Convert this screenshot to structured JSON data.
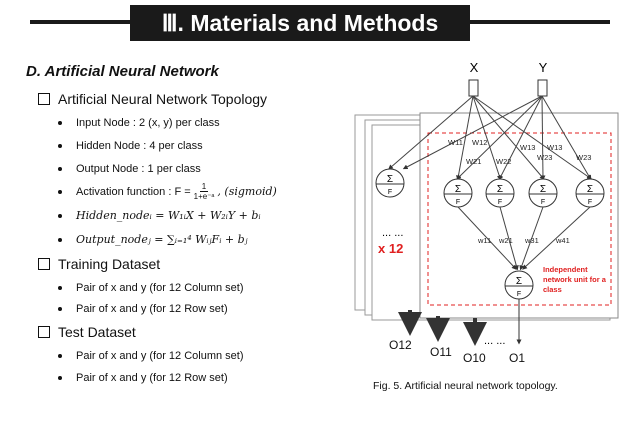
{
  "header": {
    "title": "Ⅲ. Materials and Methods"
  },
  "subtitle": "D. Artificial Neural Network",
  "sections": [
    {
      "label": "Artificial Neural Network Topology",
      "bullets": [
        "Input Node : 2 (x, y) per class",
        "Hidden Node : 4 per class",
        "Output Node  : 1 per class"
      ]
    },
    {
      "label": "Training Dataset",
      "bullets": [
        "Pair of x and y (for 12 Column set)",
        "Pair of x and y (for 12 Row set)"
      ]
    },
    {
      "label": "Test Dataset",
      "bullets": [
        "Pair of x and y (for 12 Column set)",
        "Pair of x and y (for 12 Row set)"
      ]
    }
  ],
  "formulas": {
    "activation_prefix": "Activation function : F =",
    "activation_num": "1",
    "activation_den": "1+e⁻ᵃ",
    "activation_suffix": ", (sigmoid)",
    "hidden": "Hidden_nodeᵢ = W₁ᵢX + W₂ᵢY + bᵢ",
    "output": "Output_nodeⱼ = ∑ᵢ₌₁⁴ WᵢⱼFᵢ + bⱼ"
  },
  "figure": {
    "input_x": "X",
    "input_y": "Y",
    "sigma": "Σ",
    "f": "F",
    "weights_top": [
      "W11",
      "W12",
      "W21",
      "W22",
      "W13",
      "W23",
      "W13",
      "W23"
    ],
    "weights_bottom": [
      "w11",
      "w21",
      "w31",
      "w41"
    ],
    "dots_left": "... ...",
    "multiplier": "x 12",
    "independent_note": [
      "Independent",
      "network unit for a",
      "class"
    ],
    "outputs": [
      "O12",
      "O11",
      "O10",
      "O1"
    ],
    "dots_bottom": "... ...",
    "caption": "Fig. 5. Artificial neural network topology."
  }
}
